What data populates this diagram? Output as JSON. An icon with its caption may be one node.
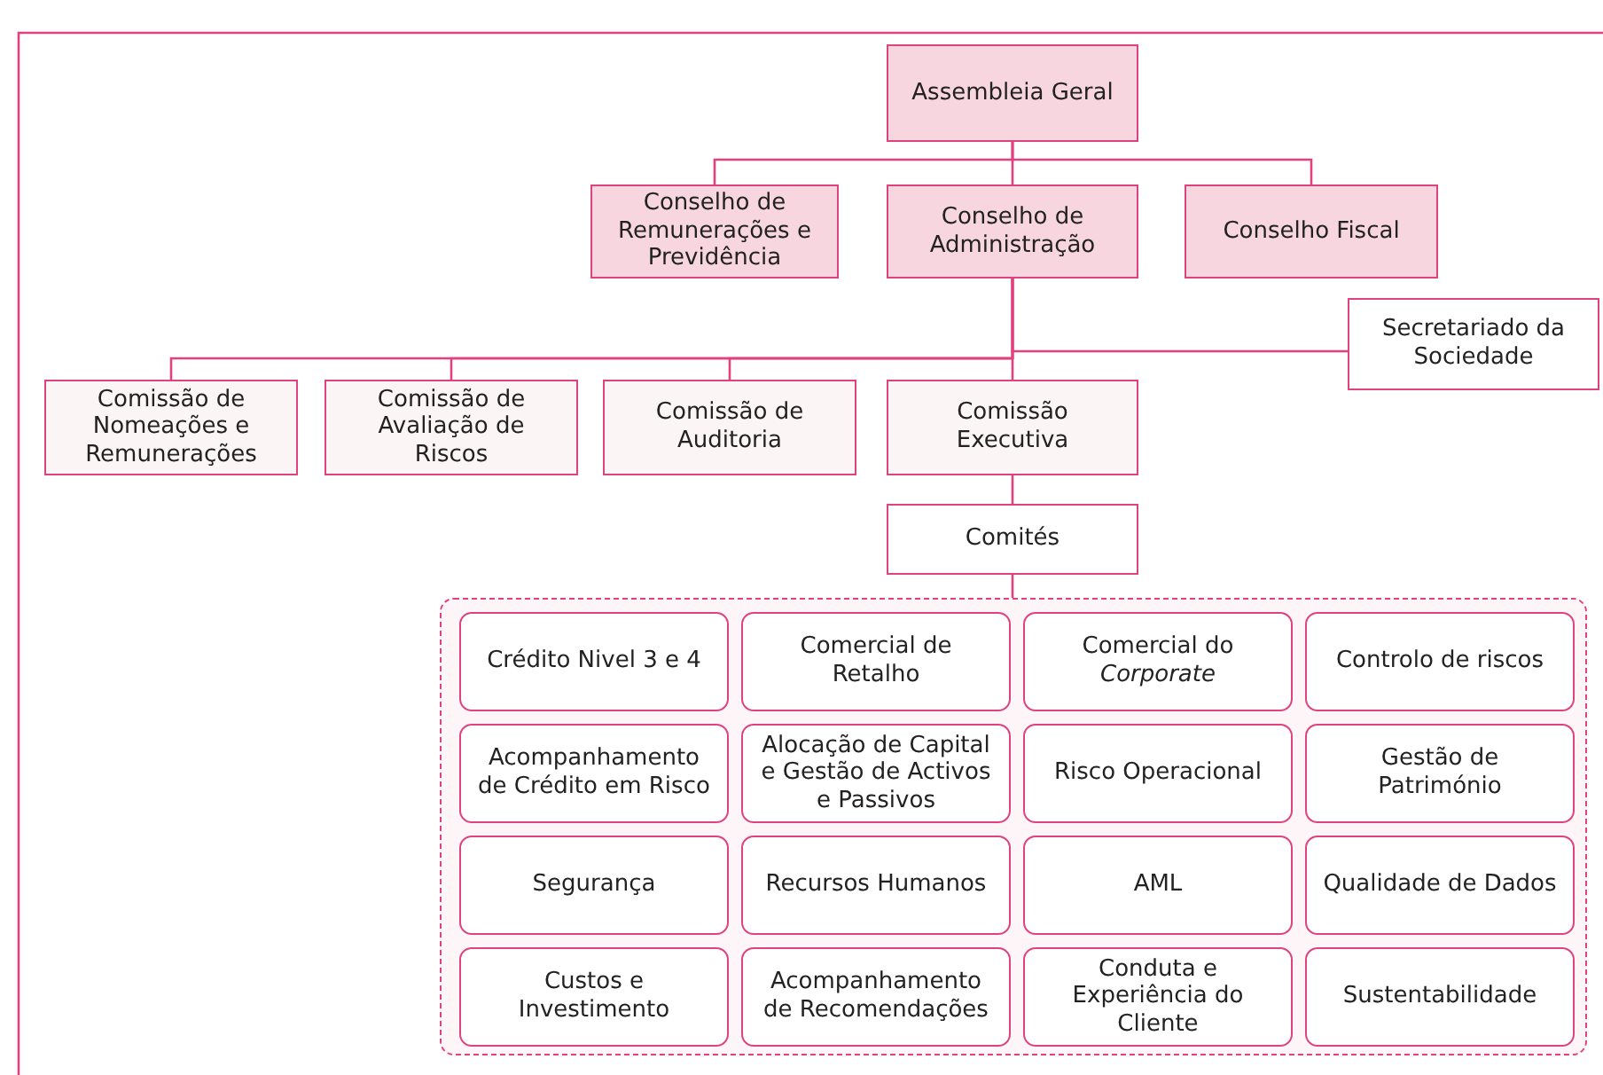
{
  "diagram": {
    "nodes": [
      {
        "text": [
          "Assembleia Geral"
        ]
      },
      {
        "text": [
          "Conselho de Remunerações e Previdência"
        ]
      },
      {
        "text": [
          "Conselho de Administração"
        ]
      },
      {
        "text": [
          "Conselho Fiscal"
        ]
      },
      {
        "text": [
          "Secretariado da Sociedade"
        ]
      },
      {
        "text": [
          "Comissão de Nomeações e Remunerações"
        ]
      },
      {
        "text": [
          "Comissão de Avaliação de Riscos"
        ]
      },
      {
        "text": [
          "Comissão de Auditoria"
        ]
      },
      {
        "text": [
          "Comissão Executiva"
        ]
      },
      {
        "text": [
          "Comités"
        ]
      },
      {
        "text": [],
        "shape": "box"
      },
      {
        "text": [
          "Crédito Nivel 3 e 4"
        ],
        "in": 10
      },
      {
        "text": [
          "Comercial de Retalho"
        ],
        "in": 10
      },
      {
        "text": [
          "Comercial do *Corporate*"
        ],
        "in": 10
      },
      {
        "text": [
          "Controlo de riscos"
        ],
        "in": 10
      },
      {
        "text": [
          "Acompanhamento de Crédito em Risco"
        ],
        "in": 10
      },
      {
        "text": [
          "Alocação de Capital e Gestão de Activos e Passivos"
        ],
        "in": 10
      },
      {
        "text": [
          "Risco Operacional"
        ],
        "in": 10
      },
      {
        "text": [
          "Gestão de Património"
        ],
        "in": 10
      },
      {
        "text": [
          "Segurança"
        ],
        "in": 10
      },
      {
        "text": [
          "Recursos Humanos"
        ],
        "in": 10
      },
      {
        "text": [
          "AML"
        ],
        "in": 10
      },
      {
        "text": [
          "Qualidade de Dados"
        ],
        "in": 10
      },
      {
        "text": [
          "Custos e Investimento"
        ],
        "in": 10
      },
      {
        "text": [
          "Acompanhamento de Recomendações"
        ],
        "in": 10
      },
      {
        "text": [
          "Conduta e Experiência do Cliente"
        ],
        "in": 10
      },
      {
        "text": [
          "Sustentabilidade"
        ],
        "in": 10
      }
    ],
    "edges": [
      {
        "from": 0,
        "to": 1,
        "arrow": "none"
      },
      {
        "from": 0,
        "to": 2,
        "arrow": "none"
      },
      {
        "from": 0,
        "to": 3,
        "arrow": "none"
      },
      {
        "from": 2,
        "to": 4,
        "arrow": "none"
      },
      {
        "from": 2,
        "to": 5,
        "arrow": "none"
      },
      {
        "from": 2,
        "to": 6,
        "arrow": "none"
      },
      {
        "from": 2,
        "to": 7,
        "arrow": "none"
      },
      {
        "from": 2,
        "to": 8,
        "arrow": "none"
      },
      {
        "from": 8,
        "to": 9,
        "arrow": "none"
      },
      {
        "from": 9,
        "to": 10,
        "arrow": "none"
      }
    ]
  }
}
